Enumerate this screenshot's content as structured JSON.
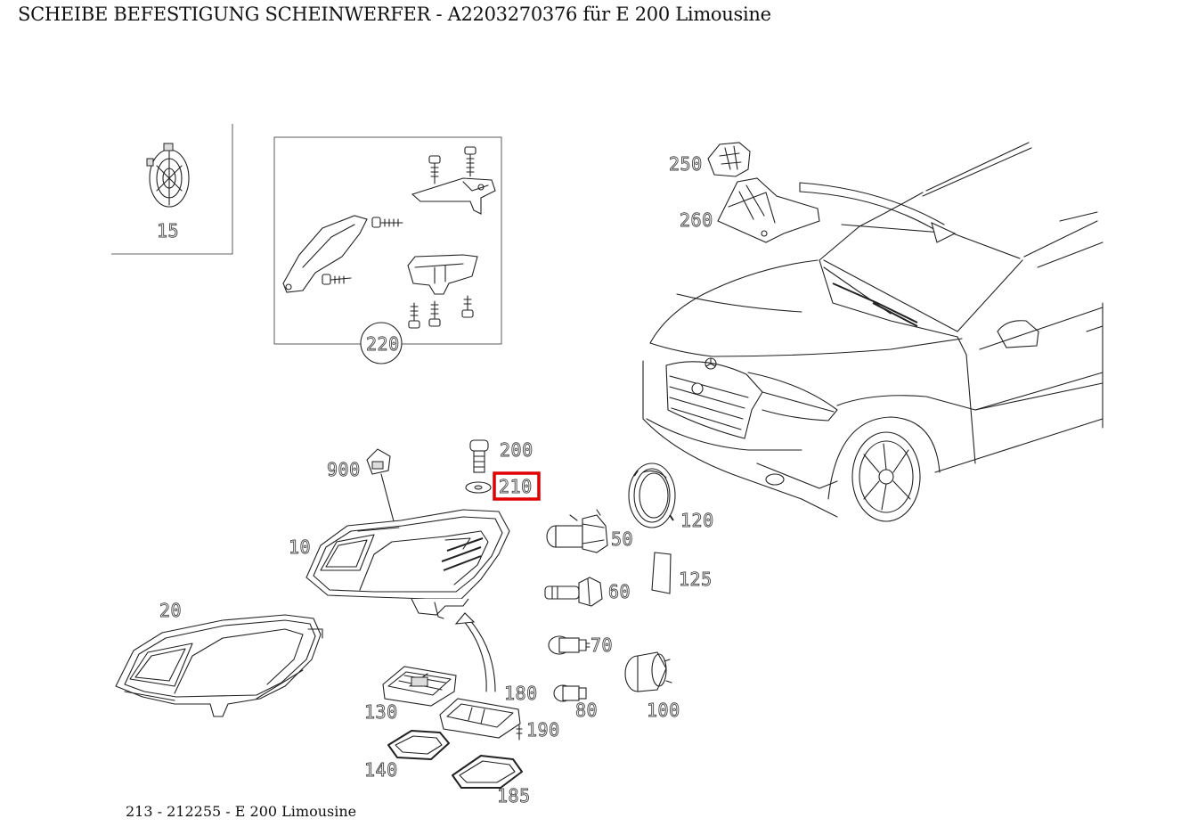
{
  "page": {
    "title": "SCHEIBE BEFESTIGUNG SCHEINWERFER - A2203270376 für E 200 Limousine",
    "footer": "213 - 212255 - E 200 Limousine"
  },
  "diagram": {
    "highlight_color": "#e00000",
    "highlighted_part": "210",
    "parts": [
      {
        "key": "p15",
        "label": "15"
      },
      {
        "key": "p220",
        "label": "220"
      },
      {
        "key": "p250",
        "label": "250"
      },
      {
        "key": "p260",
        "label": "260"
      },
      {
        "key": "p900",
        "label": "900"
      },
      {
        "key": "p200",
        "label": "200"
      },
      {
        "key": "p210",
        "label": "210"
      },
      {
        "key": "p10",
        "label": "10"
      },
      {
        "key": "p20",
        "label": "20"
      },
      {
        "key": "p50",
        "label": "50"
      },
      {
        "key": "p120",
        "label": "120"
      },
      {
        "key": "p60",
        "label": "60"
      },
      {
        "key": "p125",
        "label": "125"
      },
      {
        "key": "p70",
        "label": "70"
      },
      {
        "key": "p180",
        "label": "180"
      },
      {
        "key": "p130",
        "label": "130"
      },
      {
        "key": "p190",
        "label": "190"
      },
      {
        "key": "p80",
        "label": "80"
      },
      {
        "key": "p100",
        "label": "100"
      },
      {
        "key": "p140",
        "label": "140"
      },
      {
        "key": "p185",
        "label": "185"
      }
    ]
  }
}
